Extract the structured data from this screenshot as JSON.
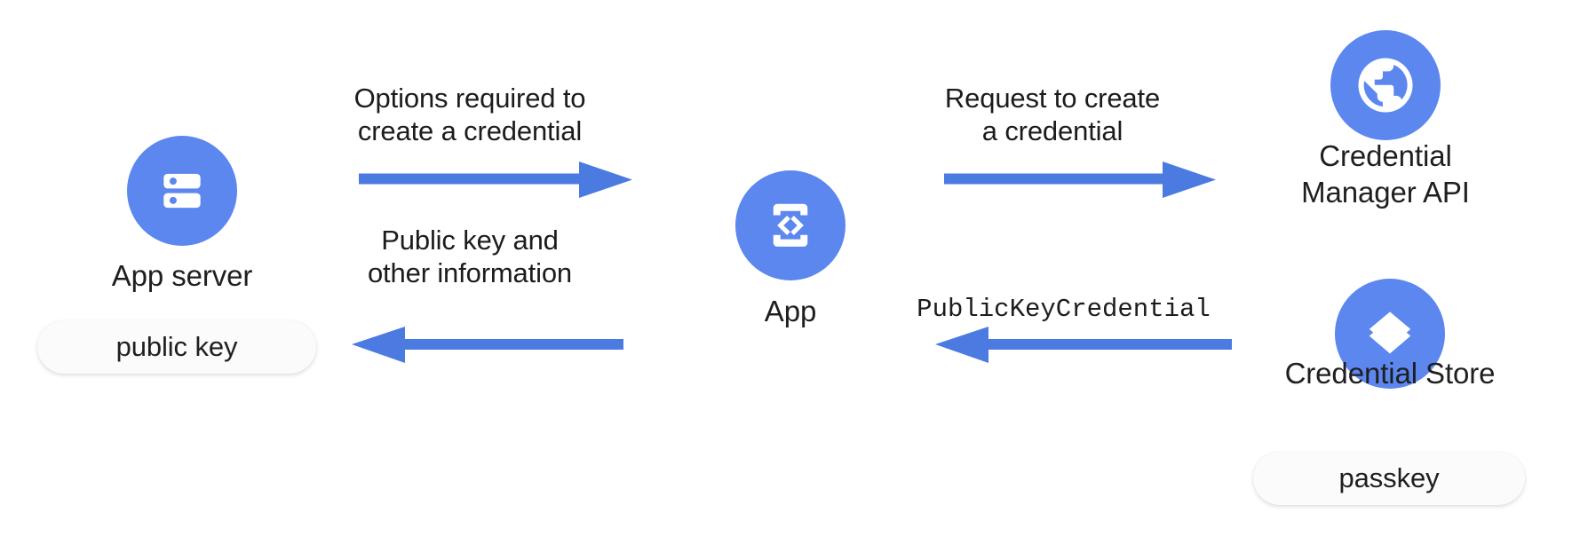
{
  "diagram": {
    "title": "Passkey registration flow",
    "accent_color": "#5c87ee",
    "text_color": "#1f1f22",
    "chip_bg": "#fbfbfb",
    "background": "#ffffff"
  },
  "nodes": {
    "app_server": {
      "label": "App server",
      "icon": "server-icon",
      "chip": "public key"
    },
    "app": {
      "label": "App",
      "icon": "app-code-phone-icon"
    },
    "credential_manager_api": {
      "label": "Credential\nManager API",
      "icon": "globe-public-icon"
    },
    "credential_store": {
      "label": "Credential Store",
      "icon": "layers-store-icon",
      "chip": "passkey"
    }
  },
  "edges": [
    {
      "id": "server-to-app",
      "label": "Options required to\ncreate a credential",
      "direction": "right",
      "from": "app_server",
      "to": "app",
      "mono": false
    },
    {
      "id": "app-to-server",
      "label": "Public key and\nother information",
      "direction": "left",
      "from": "app",
      "to": "app_server",
      "mono": false
    },
    {
      "id": "app-to-cmapi",
      "label": "Request to create\na credential",
      "direction": "right",
      "from": "app",
      "to": "credential_manager_api",
      "mono": false
    },
    {
      "id": "store-to-app",
      "label": "PublicKeyCredential",
      "direction": "left",
      "from": "credential_store",
      "to": "app",
      "mono": true
    }
  ]
}
